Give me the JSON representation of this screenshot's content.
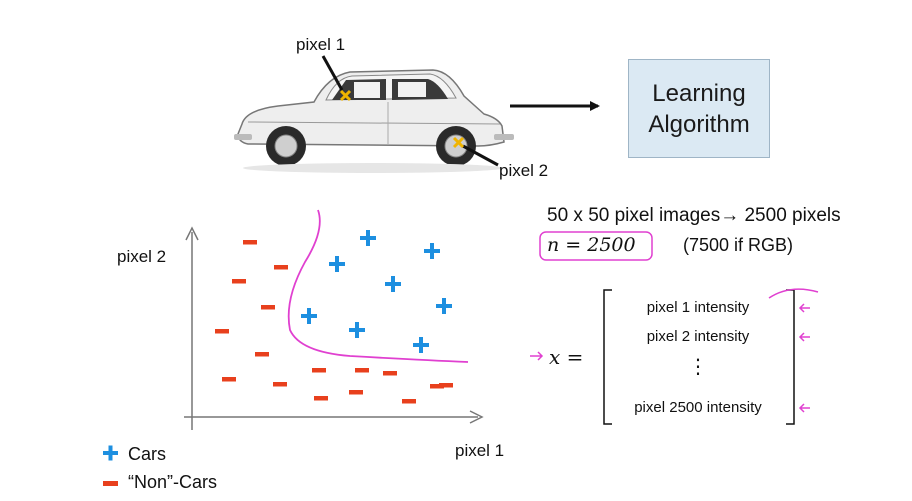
{
  "labels": {
    "pixel1_car": "pixel 1",
    "pixel2_car": "pixel 2",
    "plot_ylabel": "pixel 2",
    "plot_xlabel": "pixel 1"
  },
  "algorithm_box": {
    "line1": "Learning",
    "line2": "Algorithm"
  },
  "info": {
    "line1": "50 x 50 pixel images→ 2500 pixels",
    "n_equation": "n = 2500",
    "rgb_note": "(7500 if RGB)"
  },
  "vector": {
    "lhs": "x =",
    "rows": [
      "pixel 1 intensity",
      "pixel 2 intensity",
      "⋮",
      "pixel 2500 intensity"
    ]
  },
  "legend": {
    "cars": "Cars",
    "non_cars": "“Non”-Cars"
  },
  "colors": {
    "plus": "#1d8fe0",
    "minus": "#e8401d",
    "annotation": "#e040d0",
    "arrow": "#111111"
  },
  "scatter": {
    "cars_points": [
      [
        368,
        238
      ],
      [
        432,
        251
      ],
      [
        337,
        264
      ],
      [
        393,
        284
      ],
      [
        444,
        306
      ],
      [
        309,
        316
      ],
      [
        357,
        330
      ],
      [
        421,
        345
      ]
    ],
    "noncar_points": [
      [
        250,
        242
      ],
      [
        281,
        267
      ],
      [
        239,
        281
      ],
      [
        268,
        307
      ],
      [
        222,
        331
      ],
      [
        262,
        354
      ],
      [
        229,
        379
      ],
      [
        280,
        384
      ],
      [
        319,
        370
      ],
      [
        362,
        370
      ],
      [
        390,
        373
      ],
      [
        446,
        385
      ],
      [
        321,
        398
      ],
      [
        356,
        392
      ],
      [
        409,
        401
      ],
      [
        437,
        386
      ]
    ]
  }
}
